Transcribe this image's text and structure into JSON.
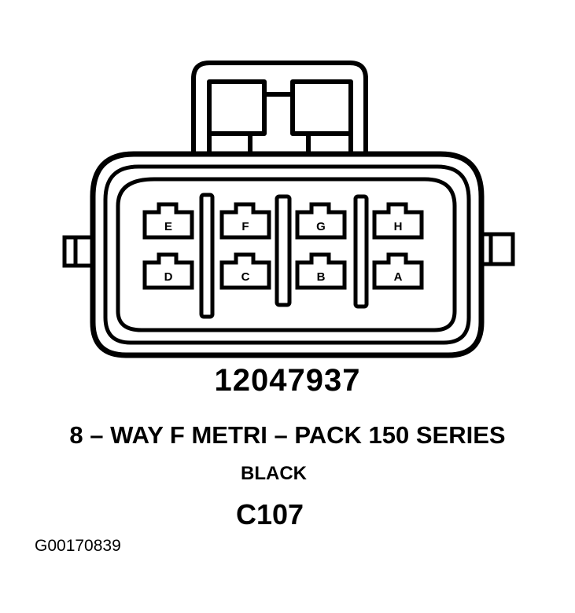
{
  "connector": {
    "part_number": "12047937",
    "description": "8 – WAY F METRI – PACK 150 SERIES",
    "color": "BLACK",
    "id": "C107"
  },
  "figure_code": "G00170839",
  "terminals": {
    "top_row": [
      "E",
      "F",
      "G",
      "H"
    ],
    "bottom_row": [
      "D",
      "C",
      "B",
      "A"
    ]
  }
}
